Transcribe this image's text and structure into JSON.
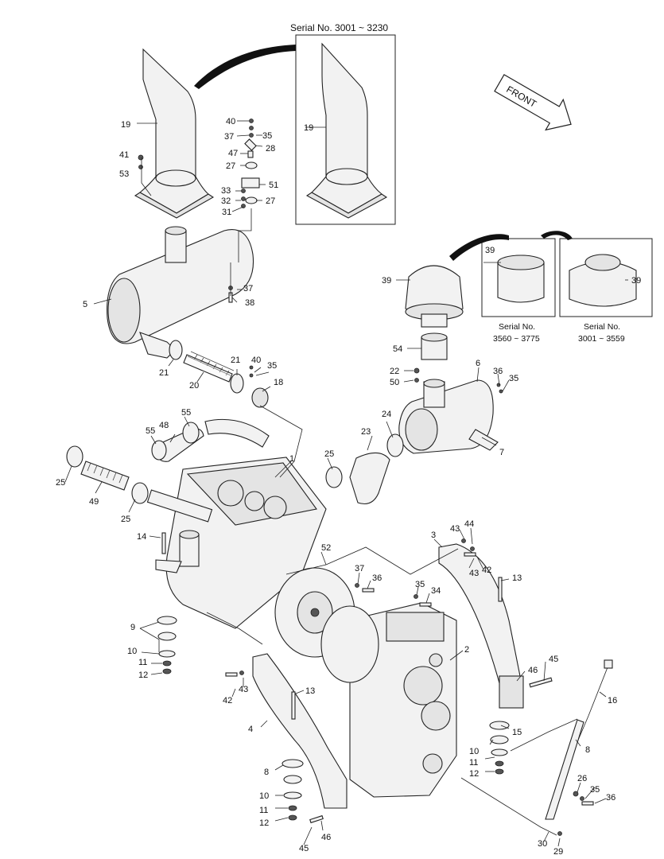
{
  "header": {
    "serial_range_muffler": "Serial No. 3001 ~ 3230"
  },
  "front_arrow": {
    "label": "FRONT"
  },
  "captions": {
    "precleaner_a_line1": "Serial No.",
    "precleaner_a_line2": "3560 ~ 3775",
    "precleaner_b_line1": "Serial No.",
    "precleaner_b_line2": "3001 ~ 3559"
  },
  "callouts": [
    "19",
    "41",
    "53",
    "40",
    "37",
    "35",
    "28",
    "47",
    "27",
    "51",
    "33",
    "32",
    "27",
    "31",
    "19",
    "5",
    "37",
    "38",
    "39",
    "39",
    "39",
    "21",
    "20",
    "21",
    "40",
    "35",
    "18",
    "54",
    "22",
    "50",
    "6",
    "36",
    "35",
    "48",
    "55",
    "55",
    "24",
    "23",
    "7",
    "25",
    "49",
    "25",
    "1",
    "25",
    "3",
    "43",
    "44",
    "43",
    "42",
    "14",
    "52",
    "37",
    "36",
    "35",
    "34",
    "13",
    "9",
    "10",
    "11",
    "12",
    "2",
    "46",
    "45",
    "16",
    "43",
    "42",
    "13",
    "4",
    "8",
    "10",
    "11",
    "12",
    "15",
    "8",
    "10",
    "11",
    "12",
    "26",
    "35",
    "36",
    "45",
    "46",
    "30",
    "29"
  ]
}
